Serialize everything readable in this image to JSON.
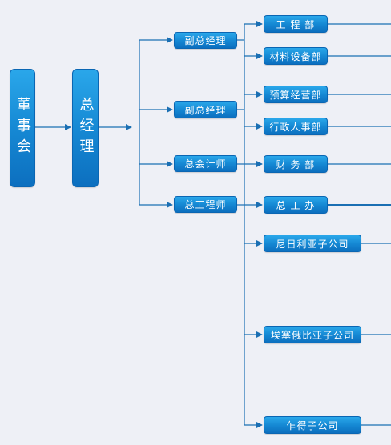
{
  "colors": {
    "line": "#1a6fb3",
    "box_top": "#2aa7ea",
    "box_bottom": "#0c6fbf",
    "background": "#eef0f6"
  },
  "nodes": {
    "board": "董事会",
    "gm": "总经理",
    "vp1": "副总经理",
    "vp2": "副总经理",
    "cfo": "总会计师",
    "chief_engineer": "总工程师",
    "engineering": "工 程 部",
    "materials": "材料设备部",
    "budget": "预算经营部",
    "admin_hr": "行政人事部",
    "finance": "财 务 部",
    "chief_office": "总 工 办",
    "nigeria": "尼日利亚子公司",
    "ethiopia": "埃塞俄比亚子公司",
    "chad": "乍得子公司"
  }
}
